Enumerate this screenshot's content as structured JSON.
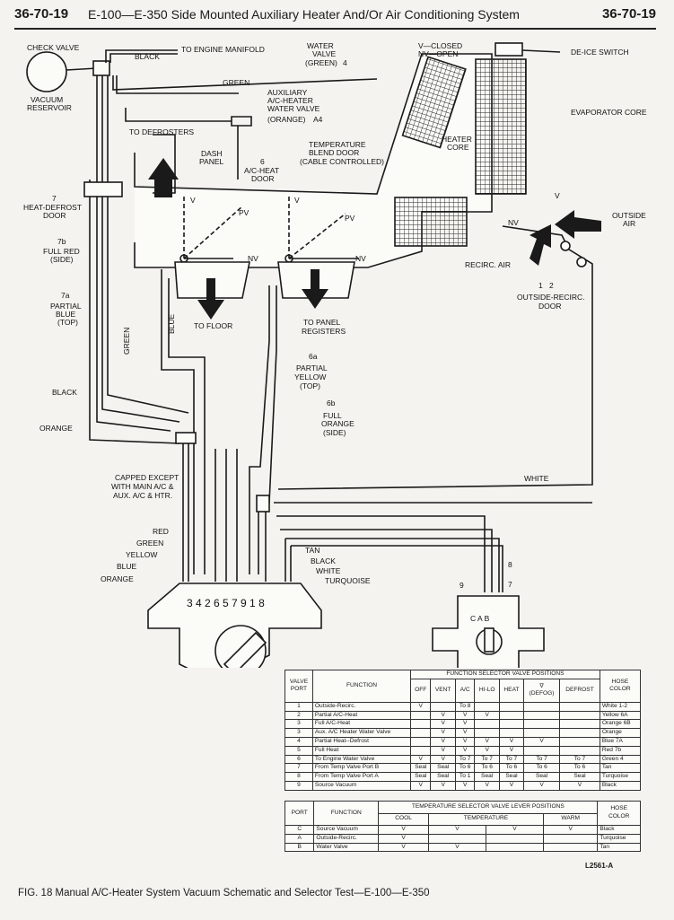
{
  "header": {
    "page_left": "36-70-19",
    "title": "E-100—E-350 Side Mounted Auxiliary Heater And/Or Air Conditioning System",
    "page_right": "36-70-19"
  },
  "labels": {
    "check_valve": "CHECK VALVE",
    "vacuum_reservoir": [
      "VACUUM",
      "RESERVOIR"
    ],
    "black_top": "BLACK",
    "to_engine_manifold": "TO ENGINE MANIFOLD",
    "green_top": "GREEN",
    "water_valve": [
      "WATER",
      "VALVE",
      "(GREEN)"
    ],
    "water_valve_num": "4",
    "vclosed": [
      "V—CLOSED",
      "NV—OPEN"
    ],
    "deice": "DE-ICE SWITCH",
    "evaporator": "EVAPORATOR CORE",
    "aux_valve": [
      "AUXILIARY",
      "A/C-HEATER",
      "WATER VALVE",
      "(ORANGE)"
    ],
    "aux_valve_num": "A4",
    "to_defrosters": "TO DEFROSTERS",
    "temp_blend": [
      "TEMPERATURE",
      "BLEND DOOR",
      "(CABLE CONTROLLED)"
    ],
    "heater_core": [
      "HEATER",
      "CORE"
    ],
    "dash_panel": [
      "DASH",
      "PANEL"
    ],
    "acheat_num": "6",
    "acheat_door": [
      "A/C-HEAT",
      "DOOR"
    ],
    "hd_num": "7",
    "heat_defrost": [
      "HEAT-DEFROST",
      "DOOR"
    ],
    "num_7b": "7b",
    "full_red": [
      "FULL RED",
      "(SIDE)"
    ],
    "num_7a": "7a",
    "partial_blue": [
      "PARTIAL",
      "BLUE",
      "(TOP)"
    ],
    "v": "V",
    "pv": "PV",
    "nv": "NV",
    "outside_air": [
      "OUTSIDE",
      "AIR"
    ],
    "recirc_air": "RECIRC. AIR",
    "or_num1": "1",
    "or_num2": "2",
    "or_door": [
      "OUTSIDE-RECIRC.",
      "DOOR"
    ],
    "to_floor": "TO FLOOR",
    "to_panel": [
      "TO PANEL",
      "REGISTERS"
    ],
    "blue_v": "BLUE",
    "green_v": "GREEN",
    "num_6a": "6a",
    "partial_yellow": [
      "PARTIAL",
      "YELLOW",
      "(TOP)"
    ],
    "num_6b": "6b",
    "full_orange": [
      "FULL",
      "ORANGE",
      "(SIDE)"
    ],
    "black_l": "BLACK",
    "orange_l": "ORANGE",
    "white": "WHITE",
    "capped": [
      "CAPPED EXCEPT",
      "WITH MAIN A/C &",
      "AUX. A/C & HTR."
    ],
    "red": "RED",
    "green2": "GREEN",
    "yellow": "YELLOW",
    "blue2": "BLUE",
    "orange2": "ORANGE",
    "tan": "TAN",
    "black2": "BLACK",
    "white2": "WHITE",
    "turquoise": "TURQUOISE",
    "port_numbers": "3 4 2 6 5 7 9 1 8",
    "sv_9": "9",
    "sv_8": "8",
    "sv_7": "7",
    "sv_ports": "C  A  B"
  },
  "function_table": {
    "h_valve_port": [
      "VALVE",
      "PORT"
    ],
    "h_function": "FUNCTION",
    "h_group": "FUNCTION SELECTOR VALVE POSITIONS",
    "h_hose": [
      "HOSE",
      "COLOR"
    ],
    "positions": [
      "OFF",
      "VENT",
      "A/C",
      "HI-LO",
      "HEAT",
      "∇\n(DEFOG)",
      "DEFROST"
    ],
    "rows": [
      [
        "1",
        "Outside-Recirc.",
        "V",
        "",
        "To 8",
        "",
        "",
        "",
        "",
        "White 1-2"
      ],
      [
        "2",
        "Partial A/C-Heat",
        "",
        "V",
        "V",
        "V",
        "",
        "",
        "",
        "Yellow 6A"
      ],
      [
        "3",
        "Full A/C-Heat",
        "",
        "V",
        "V",
        "",
        "",
        "",
        "",
        "Orange 6B"
      ],
      [
        "3",
        "Aux. A/C Heater Water Valve",
        "",
        "V",
        "V",
        "",
        "",
        "",
        "",
        "Orange"
      ],
      [
        "4",
        "Partial Heat--Defrost",
        "",
        "V",
        "V",
        "V",
        "V",
        "V",
        "",
        "Blue 7A"
      ],
      [
        "5",
        "Full Heat",
        "",
        "V",
        "V",
        "V",
        "V",
        "",
        "",
        "Red 7b"
      ],
      [
        "6",
        "To Engine Water Valve",
        "V",
        "V",
        "To 7",
        "To 7",
        "To 7",
        "To 7",
        "To 7",
        "Green 4"
      ],
      [
        "7",
        "From Temp Valve Port B",
        "Seal",
        "Seal",
        "To 6",
        "To 6",
        "To 6",
        "To 6",
        "To 6",
        "Tan"
      ],
      [
        "8",
        "From Temp Valve Port A",
        "Seal",
        "Seal",
        "To 1",
        "Seal",
        "Seal",
        "Seal",
        "Seal",
        "Turquoise"
      ],
      [
        "9",
        "Source Vacuum",
        "V",
        "V",
        "V",
        "V",
        "V",
        "V",
        "V",
        "Black"
      ]
    ]
  },
  "temp_table": {
    "h_port": "PORT",
    "h_function": "FUNCTION",
    "h_group": "TEMPERATURE SELECTOR VALVE LEVER POSITIONS",
    "h_hose": [
      "HOSE",
      "COLOR"
    ],
    "positions": [
      "COOL",
      "TEMPERATURE",
      "WARM"
    ],
    "rows": [
      [
        "C",
        "Source Vacuum",
        "V",
        "V",
        "V",
        "V",
        "Black"
      ],
      [
        "A",
        "Outside-Recirc.",
        "V",
        "",
        "",
        "",
        "Turquoise"
      ],
      [
        "B",
        "Water Valve",
        "V",
        "V",
        "",
        "",
        "Tan"
      ]
    ]
  },
  "ref": "L2561-A",
  "caption": "FIG. 18 Manual A/C-Heater System Vacuum Schematic and Selector Test—E-100—E-350"
}
